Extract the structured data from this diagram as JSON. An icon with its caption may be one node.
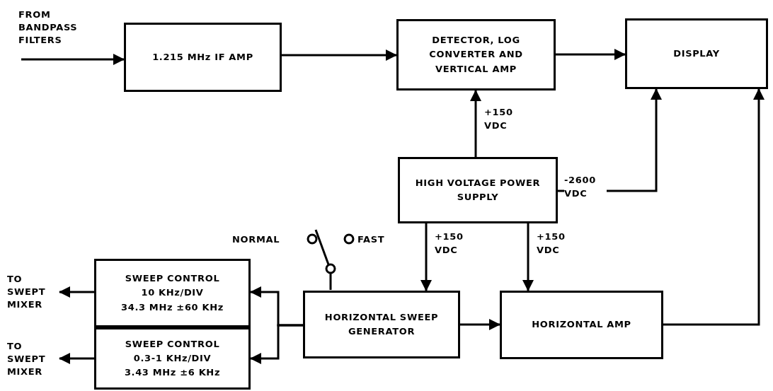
{
  "diagram": {
    "nodes": [
      {
        "text": [
          "1.215 MHz IF AMP"
        ]
      },
      {
        "text": [
          "DETECTOR, LOG CONVERTER AND VERTICAL AMP"
        ]
      },
      {
        "text": [
          "DISPLAY"
        ]
      },
      {
        "text": [
          "HIGH VOLTAGE POWER SUPPLY"
        ]
      },
      {
        "text": [
          "TO SWEPT MIXER"
        ]
      },
      {
        "text": [
          "SWEEP CONTROL",
          "10 KHz/DIV",
          "34.3 MHz ±60 KHz"
        ]
      },
      {
        "text": [
          "TO SWEPT MIXER"
        ]
      },
      {
        "text": [
          "SWEEP CONTROL",
          "0.3-1 KHz/DIV",
          "3.43 MHz ±6 KHz"
        ]
      },
      {
        "text": [
          "HORIZONTAL SWEEP GENERATOR"
        ]
      },
      {
        "text": [
          "HORIZONTAL AMP"
        ]
      }
    ],
    "edges": [
      {
        "from": null,
        "to": 0,
        "arrow": "to"
      },
      {
        "from": 0,
        "to": 1,
        "arrow": "to"
      },
      {
        "from": 1,
        "to": 2,
        "arrow": "to"
      },
      {
        "from": 3,
        "to": 1,
        "arrow": "to",
        "label": "+150 VDC"
      },
      {
        "from": 3,
        "to": 2,
        "arrow": "to",
        "label": "-2600 VDC"
      },
      {
        "from": 3,
        "to": 8,
        "arrow": "to",
        "label": "+150 VDC"
      },
      {
        "from": 3,
        "to": 9,
        "arrow": "to",
        "label": "+150 VDC"
      },
      {
        "from": 9,
        "to": 2,
        "arrow": "to"
      },
      {
        "from": 8,
        "to": 9,
        "arrow": "to"
      },
      {
        "from": 8,
        "to": 5,
        "arrow": "to"
      },
      {
        "from": 8,
        "to": 7,
        "arrow": "to"
      },
      {
        "from": 5,
        "to": 4,
        "arrow": "to"
      },
      {
        "from": 7,
        "to": 6,
        "arrow": "to"
      }
    ],
    "labels": [
      "FROM BANDPASS FILTERS",
      "NORMAL",
      "FAST"
    ]
  }
}
